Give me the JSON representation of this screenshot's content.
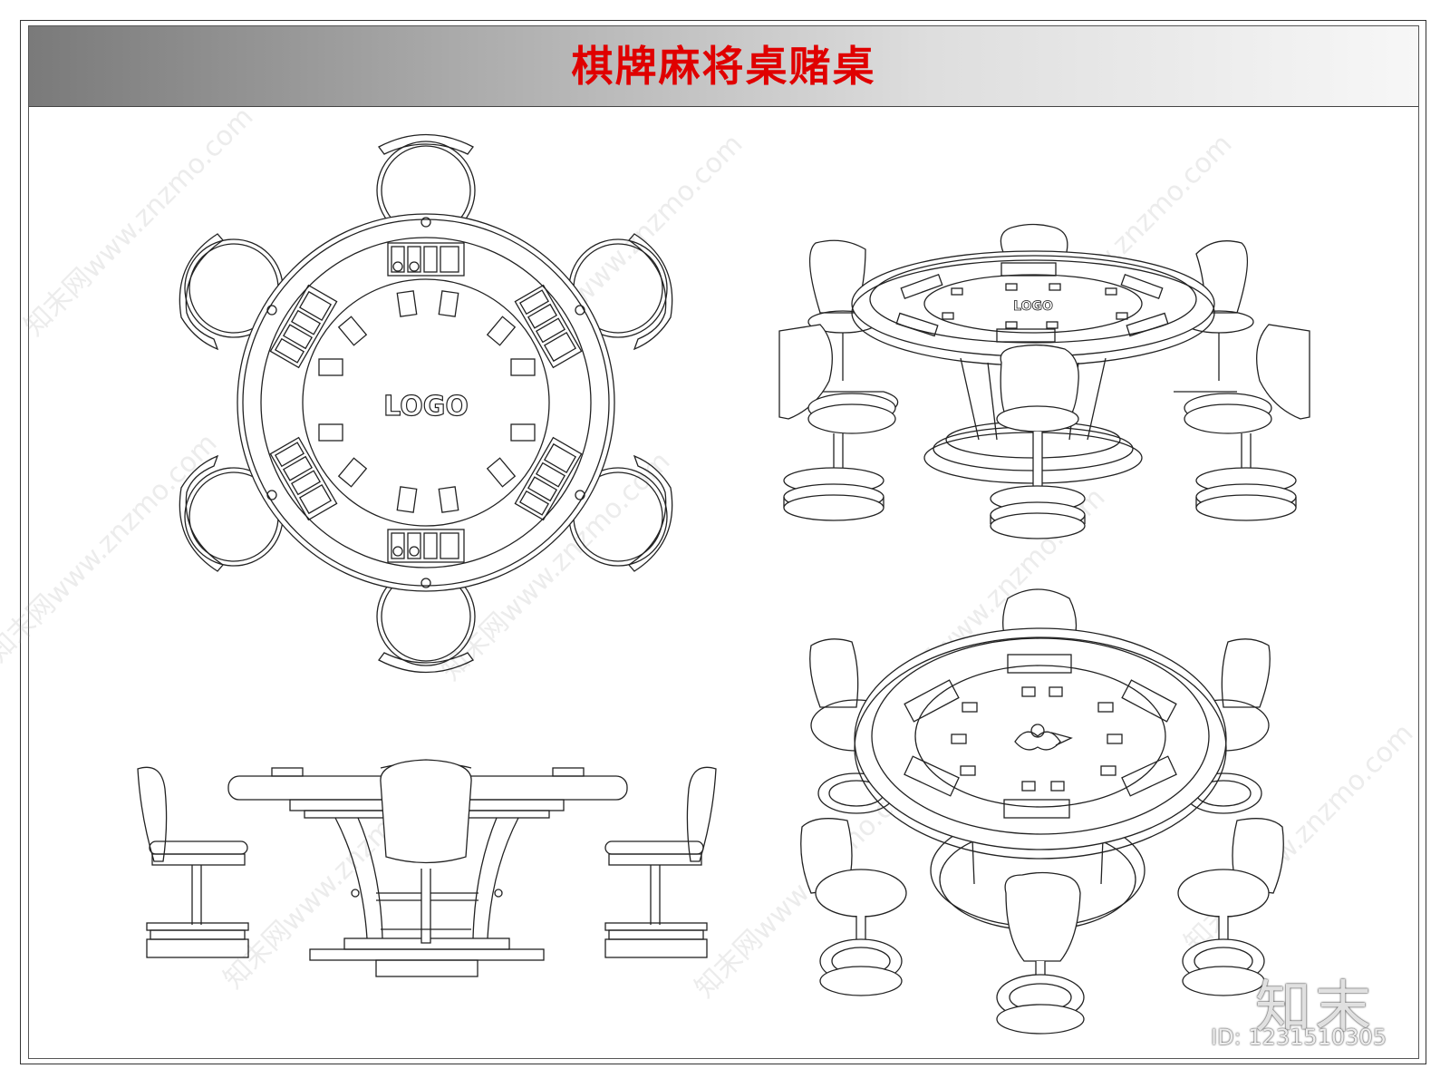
{
  "title": "棋牌麻将桌赌桌",
  "table_top_logo": "LOGO",
  "perspective_logo": "LOGO",
  "brand_mark": "知末",
  "asset_id": "ID: 1231510305",
  "watermark_text": "知末网www.znzmo.com",
  "colors": {
    "title": "#e00000",
    "line": "#222222",
    "title_bar_dark": "#7a7a7a",
    "title_bar_light": "#f7f7f7"
  },
  "views": [
    "plan-view",
    "perspective-view-top",
    "elevation-view",
    "perspective-view-bottom"
  ]
}
